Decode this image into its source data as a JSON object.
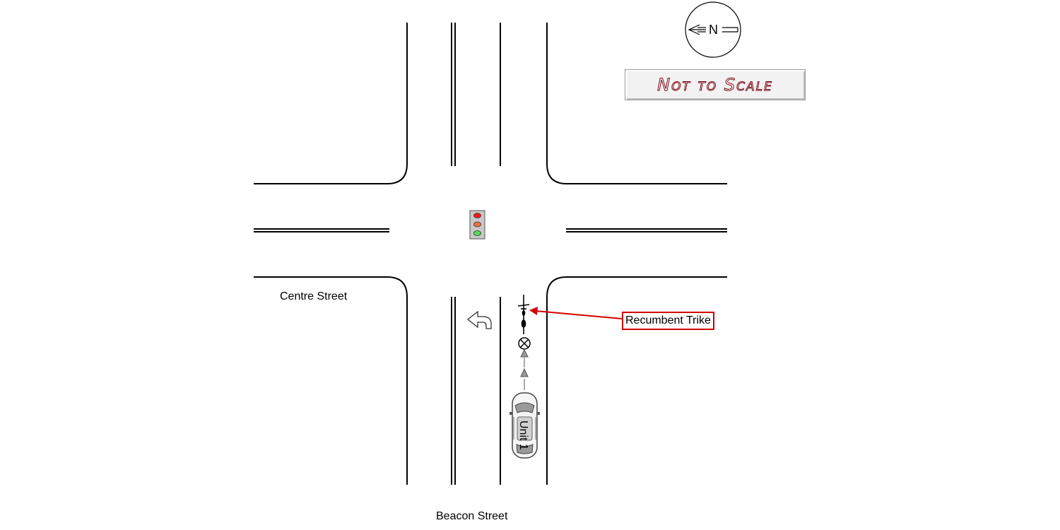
{
  "streets": {
    "horizontal": "Centre Street",
    "vertical": "Beacon Street"
  },
  "callout": {
    "label": "Recumbent Trike",
    "color": "#d40000"
  },
  "vehicle": {
    "label": "Unit 1"
  },
  "north_arrow": {
    "label": "N"
  },
  "scale_badge": {
    "label": "Not to Scale",
    "color": "#7a0011"
  },
  "traffic_signal": {
    "lights": [
      "red",
      "amber",
      "green"
    ],
    "colors": [
      "#ff1a1a",
      "#f07040",
      "#55dd55"
    ]
  },
  "icons": [
    "traffic-light-icon",
    "left-turn-arrow-icon",
    "collision-point-icon",
    "north-arrow-icon",
    "car-icon",
    "bicycle-icon"
  ]
}
